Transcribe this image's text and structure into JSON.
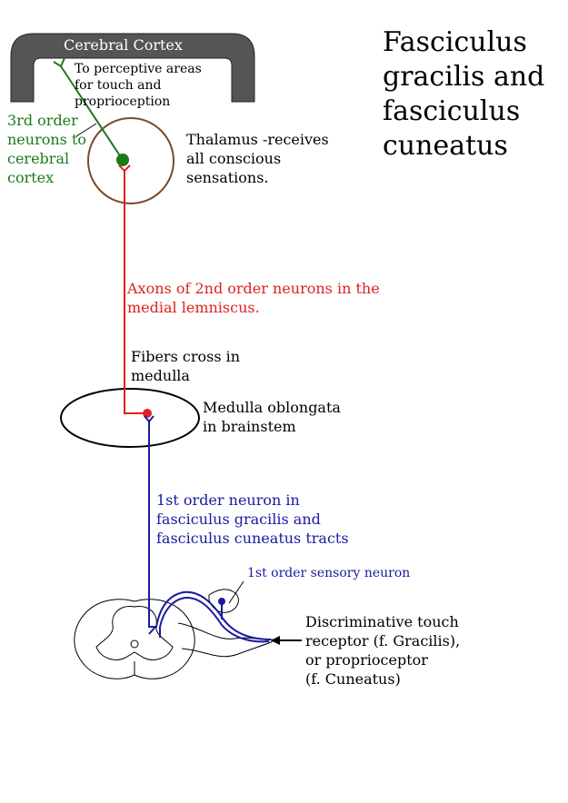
{
  "title": "Fasciculus\ngracilis and\nfasciculus\ncuneatus",
  "labels": {
    "cerebral_cortex": "Cerebral Cortex",
    "perceptive_areas": "To perceptive areas\n   for touch and\n      proprioception",
    "third_order": "3rd order\nneurons to\ncerebral\ncortex",
    "thalamus": "Thalamus -receives\nall conscious\nsensations.",
    "axons_second_order": "Axons of 2nd order neurons in the\n      medial lemniscus.",
    "fibers_cross": "Fibers cross in\nmedulla",
    "medulla": "Medulla oblongata\n    in brainstem",
    "first_order_tract": "1st order neuron in\nfasciculus gracilis and\nfasciculus cuneatus tracts",
    "first_order_sensory": "1st order sensory neuron",
    "receptor": "Discriminative touch\nreceptor (f.  Gracilis),\nor proprioceptor\n(f.  Cuneatus)"
  },
  "colors": {
    "third_order": "#1a7a1a",
    "second_order": "#dd2222",
    "first_order": "#1a1aa0",
    "thalamus_outline": "#7a4a2a",
    "cortex_fill": "#555555"
  }
}
